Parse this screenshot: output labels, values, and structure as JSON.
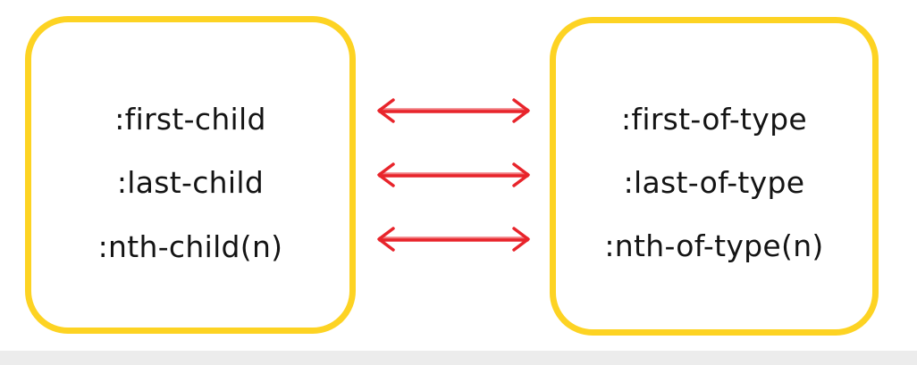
{
  "left_box": {
    "items": [
      ":first-child",
      ":last-child",
      ":nth-child(n)"
    ]
  },
  "right_box": {
    "items": [
      ":first-of-type",
      ":last-of-type",
      ":nth-of-type(n)"
    ]
  },
  "colors": {
    "box_border": "#fdd323",
    "arrow": "#e8242b",
    "text": "#141414"
  },
  "arrows": [
    {
      "type": "double-headed",
      "from": ":first-child",
      "to": ":first-of-type"
    },
    {
      "type": "double-headed",
      "from": ":last-child",
      "to": ":last-of-type"
    },
    {
      "type": "double-headed",
      "from": ":nth-child(n)",
      "to": ":nth-of-type(n)"
    }
  ]
}
